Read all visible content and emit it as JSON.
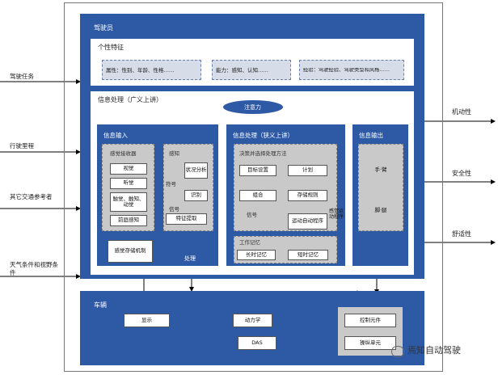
{
  "inputs": [
    "驾驶任务",
    "行驶里程",
    "其它交通参考者",
    "天气条件和视野条件"
  ],
  "outputs": [
    "机动性",
    "安全性",
    "舒适性"
  ],
  "driver": {
    "title": "驾驶员",
    "traits": {
      "title": "个性特征",
      "items": [
        "属性：性别、年龄、性格……",
        "能力：感知、认知……",
        "经验：驾驶经验、驾驶类型和风格……"
      ]
    }
  },
  "processing": {
    "title": "信息处理（广义上讲）",
    "attention": "注意力",
    "input": {
      "title": "信息输入",
      "receptors": {
        "title": "感觉接收器",
        "items": [
          "视觉",
          "听觉",
          "触觉、触知、动觉",
          "前庭感知"
        ]
      },
      "perception": {
        "title": "感知",
        "symbol": "符号",
        "signal": "信号",
        "feature_extract": "特征提取",
        "situation": "状况分析",
        "recognition": "识别"
      },
      "sensor_mech": "感觉存储机制",
      "processing_label": "处理"
    },
    "narrow": {
      "title": "信息处理（狭义上讲）",
      "decision": {
        "title": "决策并选择处理方法",
        "goal": "目标设置",
        "plan": "计划",
        "combine": "组合",
        "store": "存储规则",
        "signal": "信号",
        "motor": "运动自动程序"
      },
      "working": {
        "title": "工作记忆",
        "short": "长时记忆",
        "long": "短时记忆"
      },
      "execution_label": "感觉运动程序"
    },
    "output": {
      "title": "信息输出",
      "hands": "手·臂",
      "feet": "脚·腿"
    }
  },
  "vehicle": {
    "title": "车辆",
    "display": "显示",
    "power": "动力学",
    "operation": "控制元件",
    "das": "DAS",
    "driveline": "操纵单元"
  },
  "watermark": "焉知自动驾驶"
}
